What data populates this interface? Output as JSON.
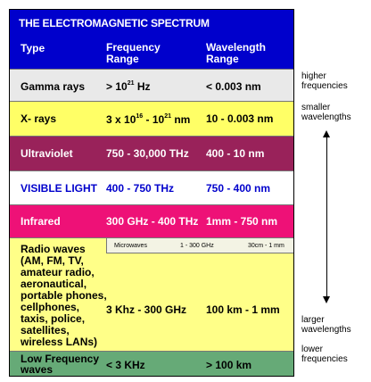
{
  "title": "THE ELECTROMAGNETIC SPECTRUM",
  "headers": {
    "type": "Type",
    "frequency": [
      "Frequency",
      "Range"
    ],
    "wavelength": [
      "Wavelength",
      "Range"
    ]
  },
  "colors": {
    "header": "#0000cc",
    "gamma": "#e9e9e9",
    "xray": "#ffff66",
    "uv": "#99225a",
    "visible": "#ffffff",
    "infrared": "#ee1177",
    "radio": "#ffff88",
    "lf": "#66aa77"
  },
  "rows": {
    "gamma": {
      "type": "Gamma rays",
      "freq_base": "> 10",
      "freq_exp": "21",
      "freq_unit": " Hz",
      "wavelength": "< 0.003 nm"
    },
    "xray": {
      "type": "X- rays",
      "freq_a": "3 x 10",
      "freq_a_exp": "16",
      "freq_b": " - 10",
      "freq_b_exp": "21",
      "freq_unit": " nm",
      "wavelength": "10 - 0.003 nm"
    },
    "uv": {
      "type": "Ultraviolet",
      "freq": "750 - 30,000 THz",
      "wavelength": "400 - 10 nm"
    },
    "visible": {
      "type": "VISIBLE LIGHT",
      "freq": "400 - 750 THz",
      "wavelength": "750 - 400 nm"
    },
    "infrared": {
      "type": "Infrared",
      "freq": "300 GHz - 400 THz",
      "wavelength": "1mm - 750 nm"
    },
    "radio": {
      "type": [
        "Radio waves",
        "(AM, FM, TV,",
        "amateur radio,",
        "aeronautical,",
        "portable phones,",
        "cellphones,",
        "taxis, police,",
        "satellites,",
        "wireless LANs)"
      ],
      "freq": "3 Khz - 300 GHz",
      "wavelength": "100 km - 1 mm",
      "microwaves": {
        "label": "Microwaves",
        "freq": "1 - 300 GHz",
        "wavelength": "30cm - 1 mm"
      }
    },
    "lf": {
      "type": [
        "Low Frequency",
        "waves"
      ],
      "freq": "< 3 KHz",
      "wavelength": "> 100 km"
    }
  },
  "side_labels": {
    "higher": [
      "higher",
      "frequencies"
    ],
    "smaller": [
      "smaller",
      "wavelengths"
    ],
    "larger": [
      "larger",
      "wavelengths"
    ],
    "lower": [
      "lower",
      "frequencies"
    ]
  }
}
